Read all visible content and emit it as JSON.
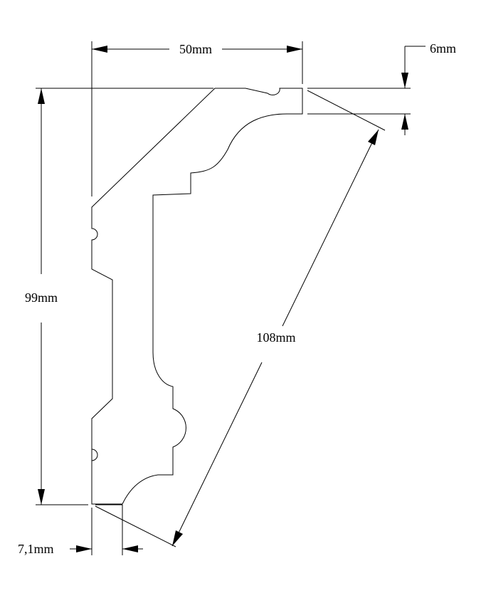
{
  "dimensions": {
    "width": "50mm",
    "height": "99mm",
    "diagonal": "108mm",
    "top_return": "6mm",
    "bottom_offset": "7,1mm"
  },
  "colors": {
    "line": "#000000",
    "background": "#ffffff"
  }
}
